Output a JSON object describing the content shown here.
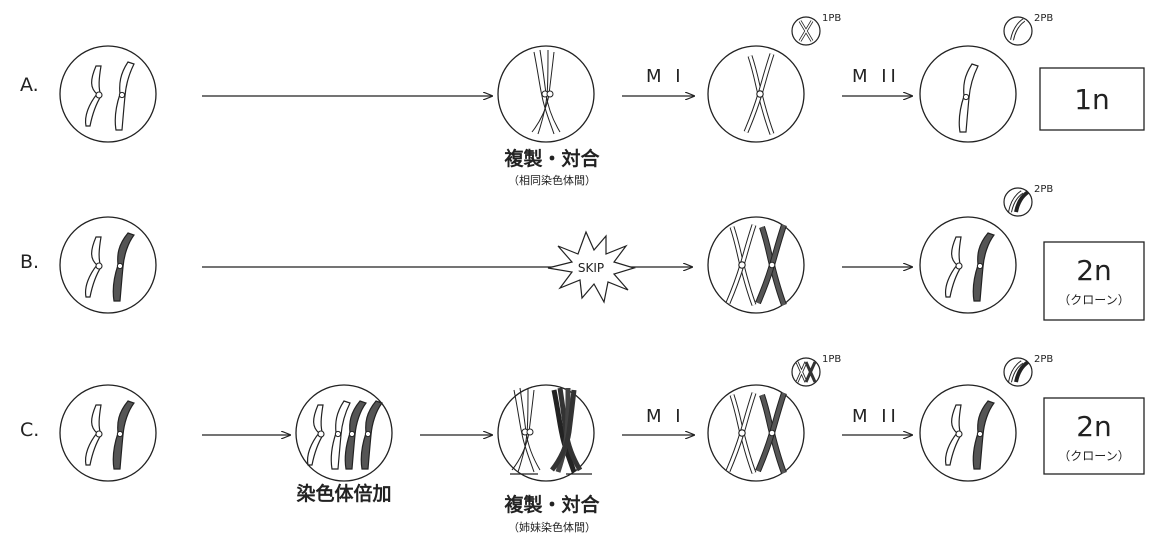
{
  "rows": [
    {
      "label": "A.",
      "steps": [
        "M I",
        "M II"
      ],
      "captions": [
        {
          "main": "複製・対合",
          "sub": "（相同染色体間）"
        }
      ],
      "polar_bodies": [
        "1PB",
        "2PB"
      ],
      "result": {
        "ploidy": "1n",
        "note": ""
      }
    },
    {
      "label": "B.",
      "skip_label": "SKIP",
      "polar_bodies": [
        "2PB"
      ],
      "result": {
        "ploidy": "2n",
        "note": "（クローン）"
      }
    },
    {
      "label": "C.",
      "steps": [
        "M I",
        "M II"
      ],
      "captions": [
        {
          "main": "染色体倍加",
          "sub": ""
        },
        {
          "main": "複製・対合",
          "sub": "（姉妹染色体間）"
        }
      ],
      "polar_bodies": [
        "1PB",
        "2PB"
      ],
      "result": {
        "ploidy": "2n",
        "note": "（クローン）"
      }
    }
  ],
  "colors": {
    "line": "#222222",
    "dark_chromosome": "#555555",
    "light_chromosome": "#ffffff"
  }
}
